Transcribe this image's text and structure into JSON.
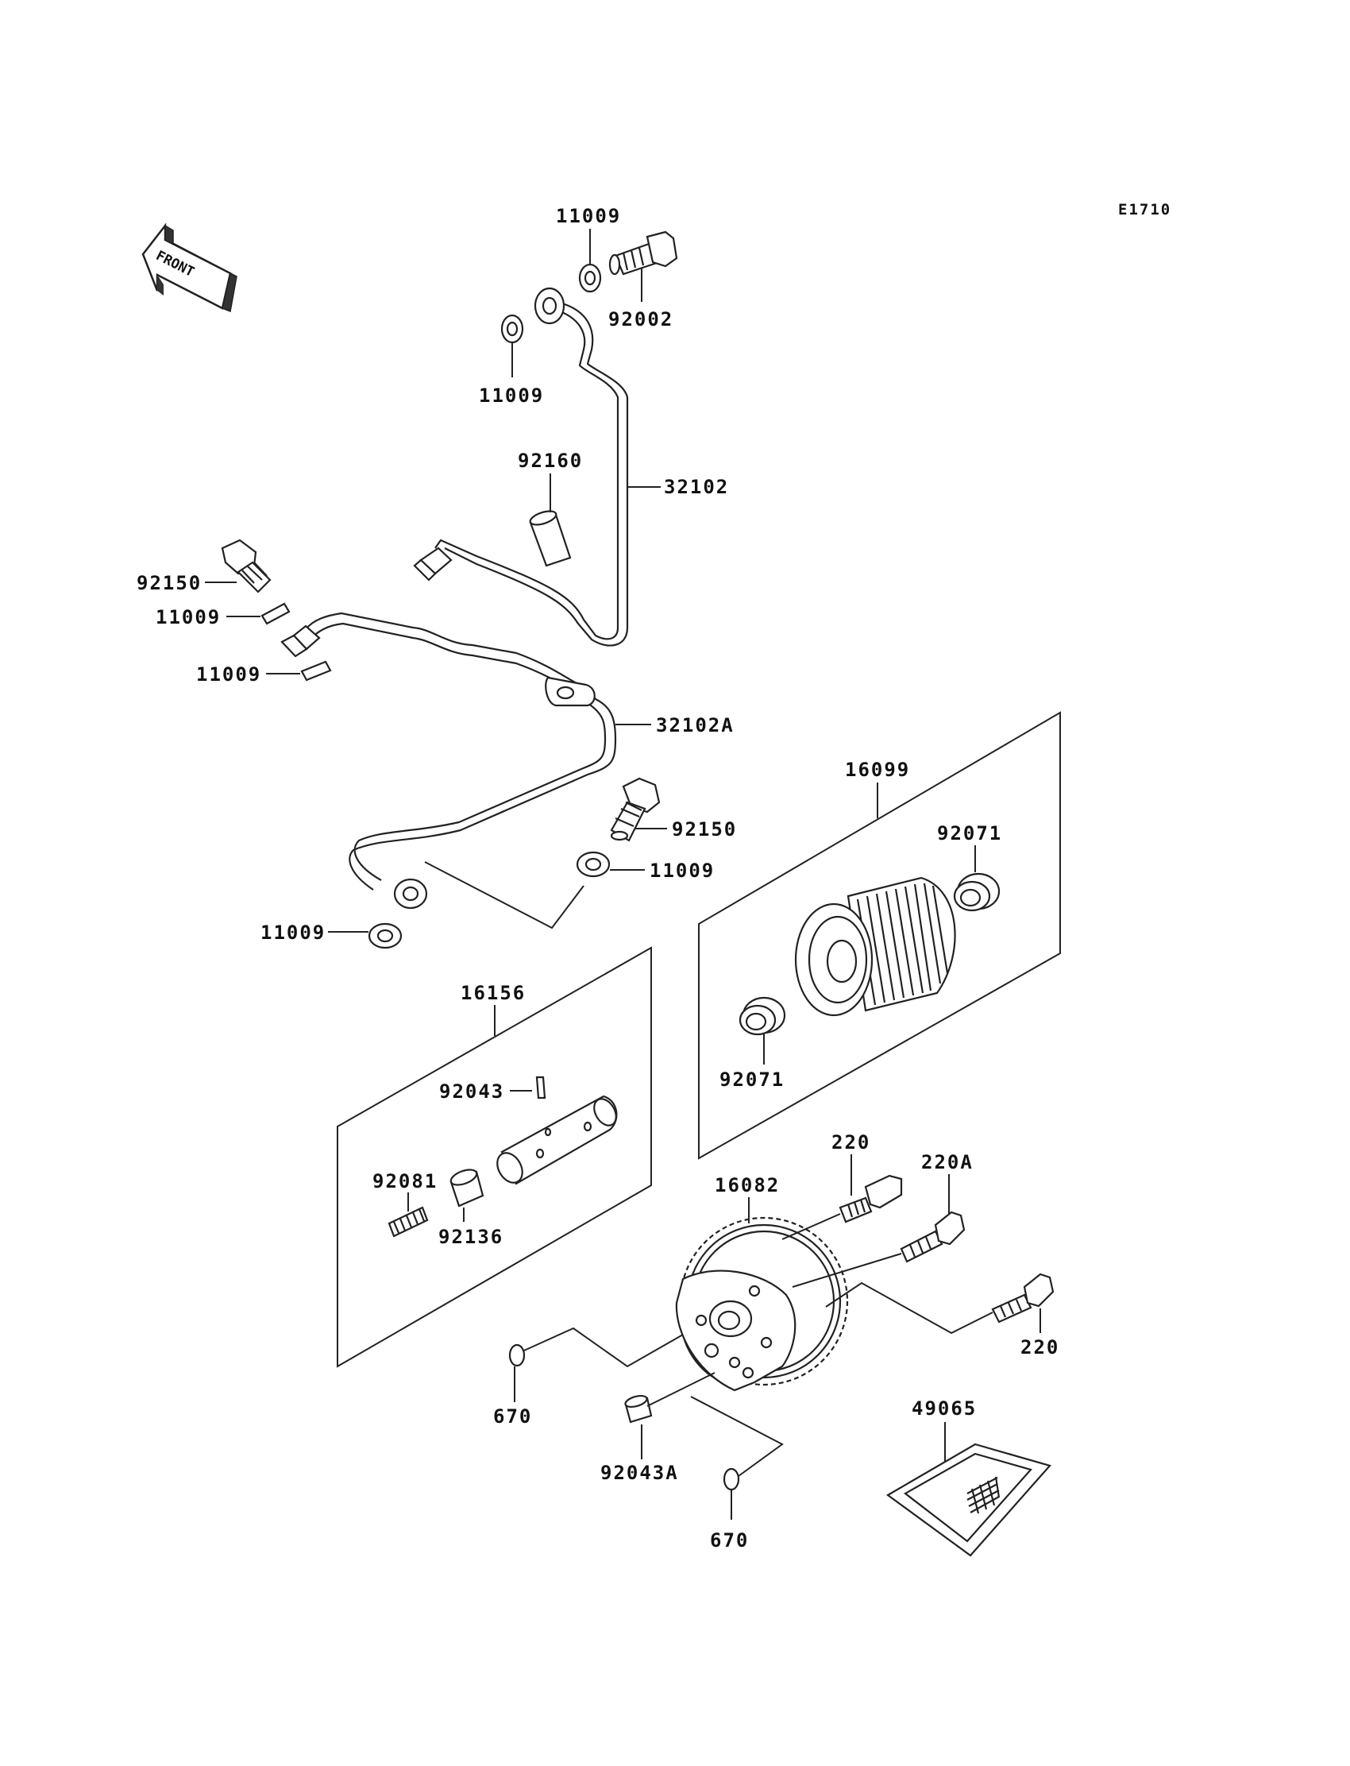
{
  "diagram_code": "E1710",
  "front_label": "FRONT",
  "parts": {
    "p11009_top": "11009",
    "p92002": "92002",
    "p11009_left": "11009",
    "p92160": "92160",
    "p32102": "32102",
    "p92150_top": "92150",
    "p11009_a": "11009",
    "p11009_b": "11009",
    "p32102A": "32102A",
    "p92150_mid": "92150",
    "p11009_mid": "11009",
    "p11009_bot": "11009",
    "p16099": "16099",
    "p92071_a": "92071",
    "p92071_b": "92071",
    "p16156": "16156",
    "p92043": "92043",
    "p92081": "92081",
    "p92136": "92136",
    "p220_a": "220",
    "p220A": "220A",
    "p16082": "16082",
    "p220_b": "220",
    "p670_a": "670",
    "p92043A": "92043A",
    "p670_b": "670",
    "p49065": "49065"
  }
}
